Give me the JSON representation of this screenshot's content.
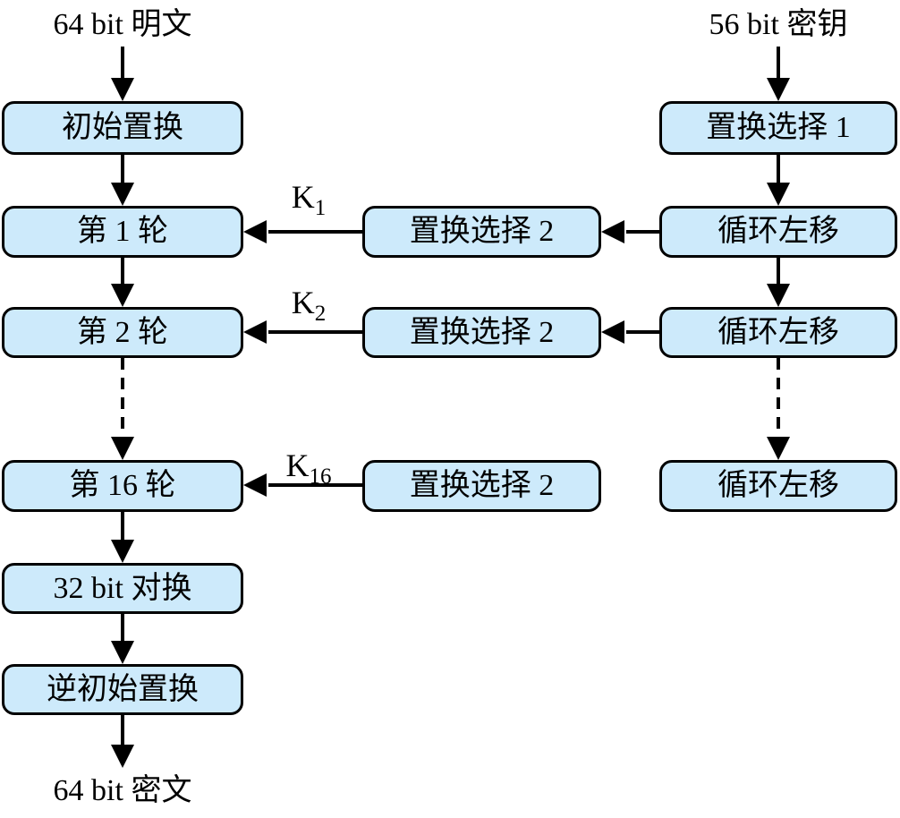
{
  "colors": {
    "background": "#ffffff",
    "box_fill": "#cdeafb",
    "box_border": "#000000",
    "arrow": "#000000",
    "text": "#000000"
  },
  "io_labels": {
    "plaintext": "64 bit 明文",
    "key": "56 bit 密钥",
    "ciphertext": "64 bit 密文"
  },
  "left_column": {
    "initial_permutation": "初始置换",
    "round_1": "第 1 轮",
    "round_2": "第 2 轮",
    "round_16": "第 16 轮",
    "swap_32bit": "32 bit 对换",
    "inverse_initial_permutation": "逆初始置换"
  },
  "middle_column": {
    "permuted_choice_2_row1": "置换选择 2",
    "permuted_choice_2_row2": "置换选择 2",
    "permuted_choice_2_row3": "置换选择 2"
  },
  "right_column": {
    "permuted_choice_1": "置换选择 1",
    "left_shift_row1": "循环左移",
    "left_shift_row2": "循环左移",
    "left_shift_row3": "循环左移"
  },
  "subkeys": [
    {
      "base": "K",
      "sub": "1"
    },
    {
      "base": "K",
      "sub": "2"
    },
    {
      "base": "K",
      "sub": "16"
    }
  ]
}
